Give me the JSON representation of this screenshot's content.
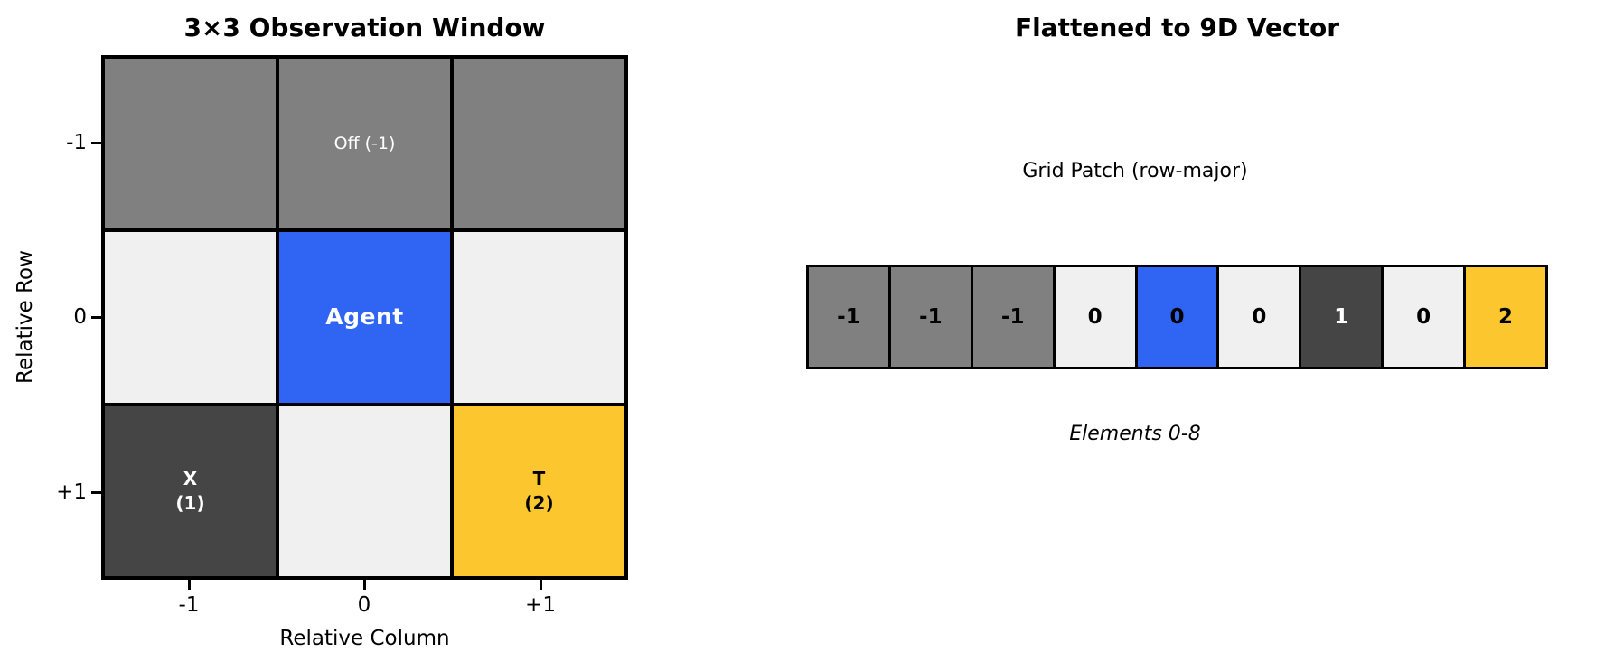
{
  "page": {
    "background": "#ffffff"
  },
  "colors": {
    "off_grid_gray": "#808080",
    "empty_light": "#f0f0f0",
    "agent_blue": "#2f65f2",
    "obstacle_dark": "#454545",
    "target_gold": "#fcc72e",
    "line_black": "#000000"
  },
  "left_panel": {
    "title": "3×3 Observation Window",
    "xlabel": "Relative Column",
    "ylabel": "Relative Row",
    "row_ticks": [
      "-1",
      "0",
      "+1"
    ],
    "col_ticks": [
      "-1",
      "0",
      "+1"
    ],
    "cells": [
      {
        "lines": [],
        "color": "#808080",
        "text_color": "#ffffff"
      },
      {
        "lines": [
          "Off (-1)"
        ],
        "color": "#808080",
        "text_color": "#ffffff"
      },
      {
        "lines": [],
        "color": "#808080",
        "text_color": "#ffffff"
      },
      {
        "lines": [],
        "color": "#f0f0f0",
        "text_color": "#000000"
      },
      {
        "lines": [
          "Agent"
        ],
        "color": "#2f65f2",
        "text_color": "#ffffff"
      },
      {
        "lines": [],
        "color": "#f0f0f0",
        "text_color": "#000000"
      },
      {
        "lines": [
          "X",
          "(1)"
        ],
        "color": "#454545",
        "text_color": "#ffffff"
      },
      {
        "lines": [],
        "color": "#f0f0f0",
        "text_color": "#000000"
      },
      {
        "lines": [
          "T",
          "(2)"
        ],
        "color": "#fcc72e",
        "text_color": "#000000"
      }
    ]
  },
  "right_panel": {
    "title": "Flattened to 9D Vector",
    "vector_label": "Grid Patch (row-major)",
    "caption": "Elements 0-8",
    "vector": [
      {
        "value": "-1",
        "color": "#808080",
        "text_color": "#000000"
      },
      {
        "value": "-1",
        "color": "#808080",
        "text_color": "#000000"
      },
      {
        "value": "-1",
        "color": "#808080",
        "text_color": "#000000"
      },
      {
        "value": "0",
        "color": "#f0f0f0",
        "text_color": "#000000"
      },
      {
        "value": "0",
        "color": "#2f65f2",
        "text_color": "#000000"
      },
      {
        "value": "0",
        "color": "#f0f0f0",
        "text_color": "#000000"
      },
      {
        "value": "1",
        "color": "#454545",
        "text_color": "#ffffff"
      },
      {
        "value": "0",
        "color": "#f0f0f0",
        "text_color": "#000000"
      },
      {
        "value": "2",
        "color": "#fcc72e",
        "text_color": "#000000"
      }
    ]
  },
  "chart_data": [
    {
      "type": "heatmap",
      "title": "3×3 Observation Window",
      "xlabel": "Relative Column",
      "ylabel": "Relative Row",
      "x_ticks": [
        "-1",
        "0",
        "+1"
      ],
      "y_ticks": [
        "-1",
        "0",
        "+1"
      ],
      "values": [
        [
          -1,
          -1,
          -1
        ],
        [
          0,
          0,
          0
        ],
        [
          1,
          0,
          2
        ]
      ],
      "cell_labels": [
        [
          "",
          "Off (-1)",
          ""
        ],
        [
          "",
          "Agent",
          ""
        ],
        [
          "X (1)",
          "",
          "T (2)"
        ]
      ],
      "cell_colors": [
        [
          "#808080",
          "#808080",
          "#808080"
        ],
        [
          "#f0f0f0",
          "#2f65f2",
          "#f0f0f0"
        ],
        [
          "#454545",
          "#f0f0f0",
          "#fcc72e"
        ]
      ],
      "grid": false,
      "legend": false
    },
    {
      "type": "table",
      "title": "Flattened to 9D Vector",
      "row_label": "Grid Patch (row-major)",
      "values": [
        -1,
        -1,
        -1,
        0,
        0,
        0,
        1,
        0,
        2
      ],
      "cell_colors": [
        "#808080",
        "#808080",
        "#808080",
        "#f0f0f0",
        "#2f65f2",
        "#f0f0f0",
        "#454545",
        "#f0f0f0",
        "#fcc72e"
      ],
      "annotation": "Elements 0-8"
    }
  ]
}
